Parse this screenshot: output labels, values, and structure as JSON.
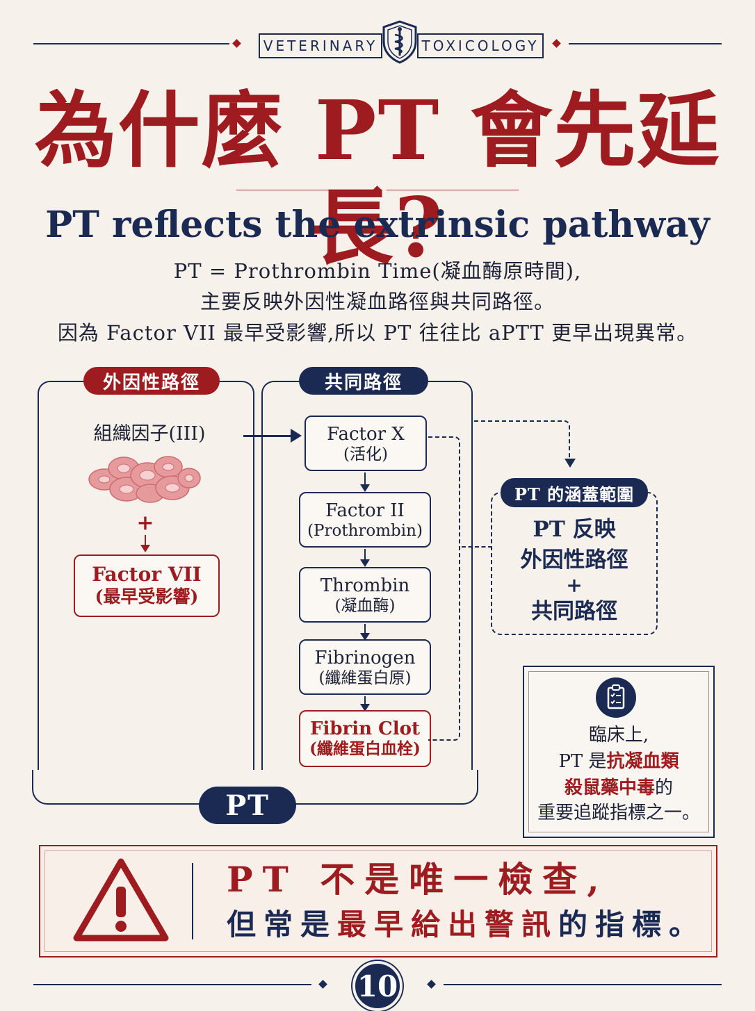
{
  "header": {
    "left_tag": "VETERINARY",
    "right_tag": "TOXICOLOGY",
    "emblem": "caduceus-shield-icon"
  },
  "title": "為什麼 PT 會先延長?",
  "subtitle": "PT reflects the extrinsic pathway",
  "intro": {
    "line1": "PT = Prothrombin Time(凝血酶原時間),",
    "line2": "主要反映外因性凝血路徑與共同路徑。",
    "line3": "因為 Factor VII 最早受影響,所以 PT 往往比 aPTT 更早出現異常。"
  },
  "extrinsic": {
    "label": "外因性路徑",
    "tissue_factor": "組織因子(III)",
    "plus": "+",
    "factor_vii_l1": "Factor VII",
    "factor_vii_l2": "(最早受影響)"
  },
  "common": {
    "label": "共同路徑",
    "steps": [
      {
        "l1": "Factor X",
        "l2": "(活化)"
      },
      {
        "l1": "Factor II",
        "l2": "(Prothrombin)"
      },
      {
        "l1": "Thrombin",
        "l2": "(凝血酶)"
      },
      {
        "l1": "Fibrinogen",
        "l2": "(纖維蛋白原)"
      },
      {
        "l1": "Fibrin Clot",
        "l2": "(纖維蛋白血栓)"
      }
    ]
  },
  "bracket_label": "PT",
  "coverage": {
    "label": "PT 的涵蓋範圍",
    "line1": "PT 反映",
    "line2": "外因性路徑",
    "line3": "+",
    "line4": "共同路徑"
  },
  "clinical": {
    "icon": "clipboard-check-icon",
    "line1": "臨床上,",
    "line2_a": "PT 是",
    "line2_b": "抗凝血類",
    "line3_a": "殺鼠藥中毒",
    "line3_b": "的",
    "line4": "重要追蹤指標之一。"
  },
  "warning": {
    "icon": "warning-triangle-icon",
    "line1": "PT 不是唯一檢查,",
    "line2_a": "但常是",
    "line2_b": "最早給出警訊",
    "line2_c": "的指標。"
  },
  "page_number": "10",
  "colors": {
    "navy": "#1b2a52",
    "red": "#9e1b1f",
    "background": "#f6f1ea"
  }
}
